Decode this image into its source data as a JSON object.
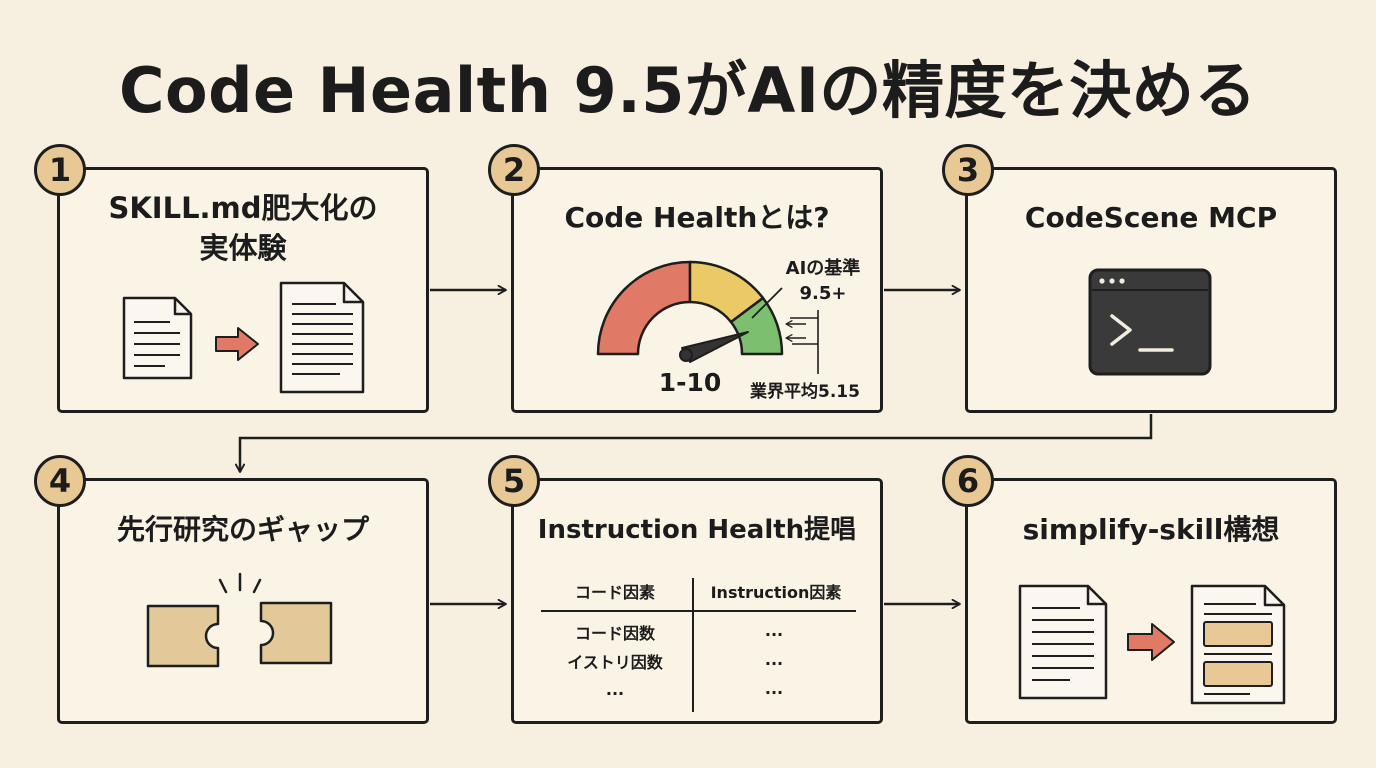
{
  "title": "Code Health 9.5がAIの精度を決める",
  "steps": [
    {
      "number": "1",
      "title": "SKILL.md肥大化の\n実体験"
    },
    {
      "number": "2",
      "title": "Code Healthとは?"
    },
    {
      "number": "3",
      "title": "CodeScene MCP"
    },
    {
      "number": "4",
      "title": "先行研究のギャップ"
    },
    {
      "number": "5",
      "title": "Instruction Health提唱"
    },
    {
      "number": "6",
      "title": "simplify-skill構想"
    }
  ],
  "gauge": {
    "range_label": "1-10",
    "ai_label_line1": "AIの基準",
    "ai_label_line2": "9.5+",
    "industry_label": "業界平均5.15",
    "colors": {
      "red": "#e07a66",
      "yellow": "#ecc967",
      "green": "#7cbf6e"
    }
  },
  "table": {
    "headers": [
      "コード因素",
      "Instruction因素"
    ],
    "left_rows": [
      "コード因数",
      "イストリ因数",
      "..."
    ],
    "right_rows": [
      "...",
      "...",
      "..."
    ]
  },
  "colors": {
    "background": "#f7f0e1",
    "badge": "#e8c995",
    "arrow_accent": "#e07a66",
    "terminal": "#3a3a3a",
    "puzzle": "#e3c99a",
    "highlight_block": "#e8c995"
  }
}
